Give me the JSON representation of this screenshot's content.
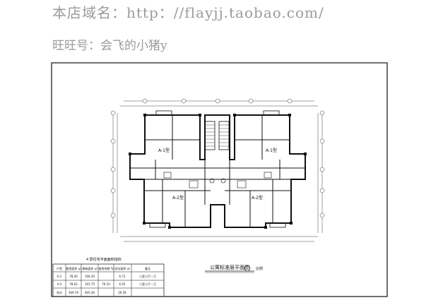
{
  "header": {
    "shop_line": "本店域名：http：//flayjj.taobao.com/",
    "wangwang_line": "旺旺号：会飞的小猪y"
  },
  "drawing": {
    "plan_title": "公寓标准层平面图",
    "scale_badge": "比例",
    "unit_labels": [
      "A-1型",
      "A-1型",
      "A-2型",
      "A-2型"
    ],
    "table": {
      "title": "4 层住宅平面面积指标",
      "headers": [
        "户型",
        "使用面积 ㎡",
        "建筑面积 ㎡",
        "使用系数 %",
        "阳台面积 ㎡",
        "备注"
      ],
      "rows": [
        [
          "A-1",
          "78.20",
          "106.30",
          "",
          "6.73",
          "二室二厅一卫"
        ],
        [
          "A-2",
          "78.03",
          "101.75",
          "76.10",
          "6.55",
          "二室二厅一卫"
        ],
        [
          "合计",
          "309.70",
          "405.46",
          "",
          "26.56",
          ""
        ]
      ]
    }
  },
  "colors": {
    "line": "#111111",
    "header_text": "#9a9a9a"
  }
}
